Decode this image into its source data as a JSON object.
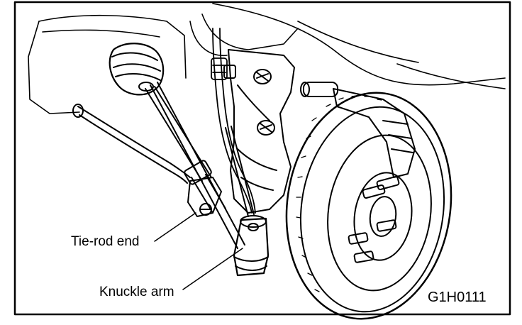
{
  "labels": {
    "tie_rod_end": "Tie-rod end",
    "knuckle_arm": "Knuckle arm"
  },
  "figure_code": "G1H0111",
  "colors": {
    "ink": "#000000",
    "paper": "#ffffff"
  },
  "icons": {
    "main_illustration": "suspension-assembly-illustration"
  }
}
